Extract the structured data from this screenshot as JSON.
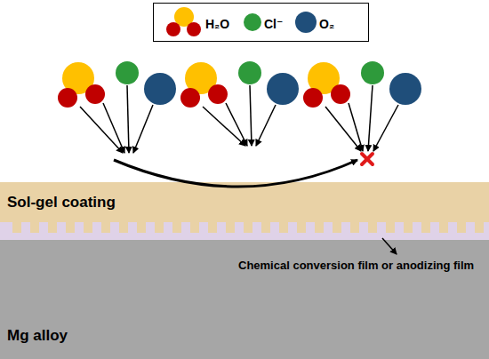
{
  "diagram": {
    "nodes": [
      {
        "text": [
          "Sol-gel coating"
        ]
      },
      {
        "text": [
          "Mg alloy"
        ]
      }
    ],
    "labels": [
      "Chemical conversion film or anodizing film"
    ],
    "legend": [
      {
        "text": "H₂O"
      },
      {
        "text": "Cl⁻",
        "color": "#2e9a3b"
      },
      {
        "text": "O₂",
        "color": "#1f4e7a"
      }
    ]
  }
}
